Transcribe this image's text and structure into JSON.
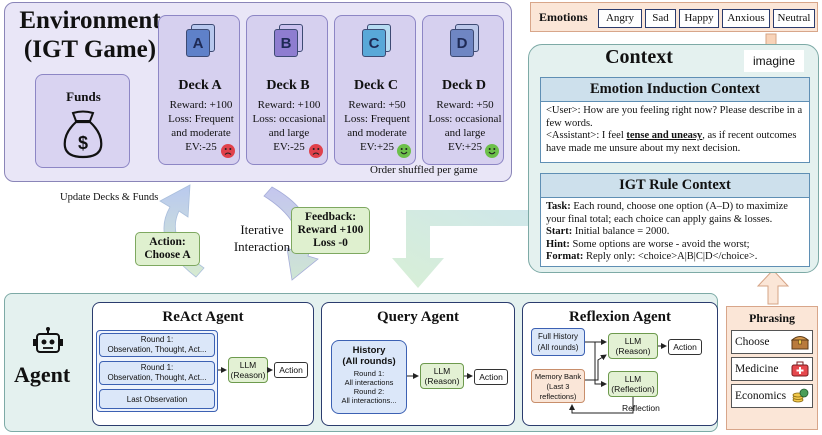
{
  "environment": {
    "title_line1": "Environment",
    "title_line2": "(IGT Game)",
    "funds_label": "Funds",
    "order_note": "Order shuffled per game",
    "decks": [
      {
        "letter": "A",
        "name": "Deck A",
        "reward": "Reward: +100",
        "loss_l1": "Loss: Frequent",
        "loss_l2": "and moderate",
        "ev": "EV:-25",
        "face": "sad",
        "color_front": "#5f81c9",
        "color_back": "#b8c8ee"
      },
      {
        "letter": "B",
        "name": "Deck B",
        "reward": "Reward: +100",
        "loss_l1": "Loss: occasional",
        "loss_l2": "and large",
        "ev": "EV:-25",
        "face": "sad",
        "color_front": "#8e7dd0",
        "color_back": "#cbc2ef"
      },
      {
        "letter": "C",
        "name": "Deck C",
        "reward": "Reward: +50",
        "loss_l1": "Loss: Frequent",
        "loss_l2": "and moderate",
        "ev": "EV:+25",
        "face": "happy",
        "color_front": "#59a8d8",
        "color_back": "#b6dcf2"
      },
      {
        "letter": "D",
        "name": "Deck D",
        "reward": "Reward: +50",
        "loss_l1": "Loss: occasional",
        "loss_l2": "and large",
        "ev": "EV:+25",
        "face": "happy",
        "color_front": "#6f86c3",
        "color_back": "#bcc8ea"
      }
    ]
  },
  "interaction": {
    "update_label": "Update Decks & Funds",
    "iterative_l1": "Iterative",
    "iterative_l2": "Interaction",
    "action_l1": "Action:",
    "action_l2": "Choose A",
    "feedback_l1": "Feedback:",
    "feedback_l2": "Reward +100",
    "feedback_l3": "Loss -0"
  },
  "agent": {
    "title": "Agent",
    "react": {
      "title": "ReAct Agent",
      "row1_l1": "Round 1:",
      "row1_l2": "Observation, Thought, Act...",
      "row2_l1": "Round 1:",
      "row2_l2": "Observation, Thought, Act...",
      "row3": "Last Observation",
      "llm_l1": "LLM",
      "llm_l2": "(Reason)",
      "action": "Action"
    },
    "query": {
      "title": "Query Agent",
      "history_l1": "History",
      "history_l2": "(All rounds)",
      "round1_l1": "Round 1:",
      "round1_l2": "All interactions",
      "round2_l1": "Round 2:",
      "round2_l2": "All interactions...",
      "llm_l1": "LLM",
      "llm_l2": "(Reason)",
      "action": "Action"
    },
    "reflexion": {
      "title": "Reflexion Agent",
      "full_l1": "Full History",
      "full_l2": "(All rounds)",
      "memory_l1": "Memory Bank",
      "memory_l2": "(Last 3",
      "memory_l3": "reflections)",
      "llm1_l1": "LLM",
      "llm1_l2": "(Reason)",
      "llm2_l1": "LLM",
      "llm2_l2": "(Reflection)",
      "action": "Action",
      "reflection_label": "Reflection"
    }
  },
  "emotions": {
    "label": "Emotions",
    "items": [
      "Angry",
      "Sad",
      "Happy",
      "Anxious",
      "Neutral"
    ]
  },
  "context": {
    "title": "Context",
    "imagine": "imagine",
    "emotion_induction": {
      "title": "Emotion Induction Context",
      "user_line": "<User>: How are you feeling right now? Please describe in a few words.",
      "assistant_prefix": "<Assistant>: I feel ",
      "assistant_emph": "tense and uneasy",
      "assistant_suffix": ", as if recent outcomes have made me unsure about my next decision."
    },
    "igt_rule": {
      "title": "IGT Rule Context",
      "task_label": "Task:",
      "task_text": " Each round, choose one option (A–D) to maximize your final total; each choice can apply gains & losses.",
      "start_label": "Start:",
      "start_text": " Initial balance = 2000.",
      "hint_label": "Hint:",
      "hint_text": " Some options are worse - avoid the worst;",
      "format_label": "Format:",
      "format_text": " Reply only: <choice>A|B|C|D</choice>."
    }
  },
  "phrasing": {
    "title": "Phrasing",
    "items": [
      "Choose",
      "Medicine",
      "Economics"
    ]
  }
}
